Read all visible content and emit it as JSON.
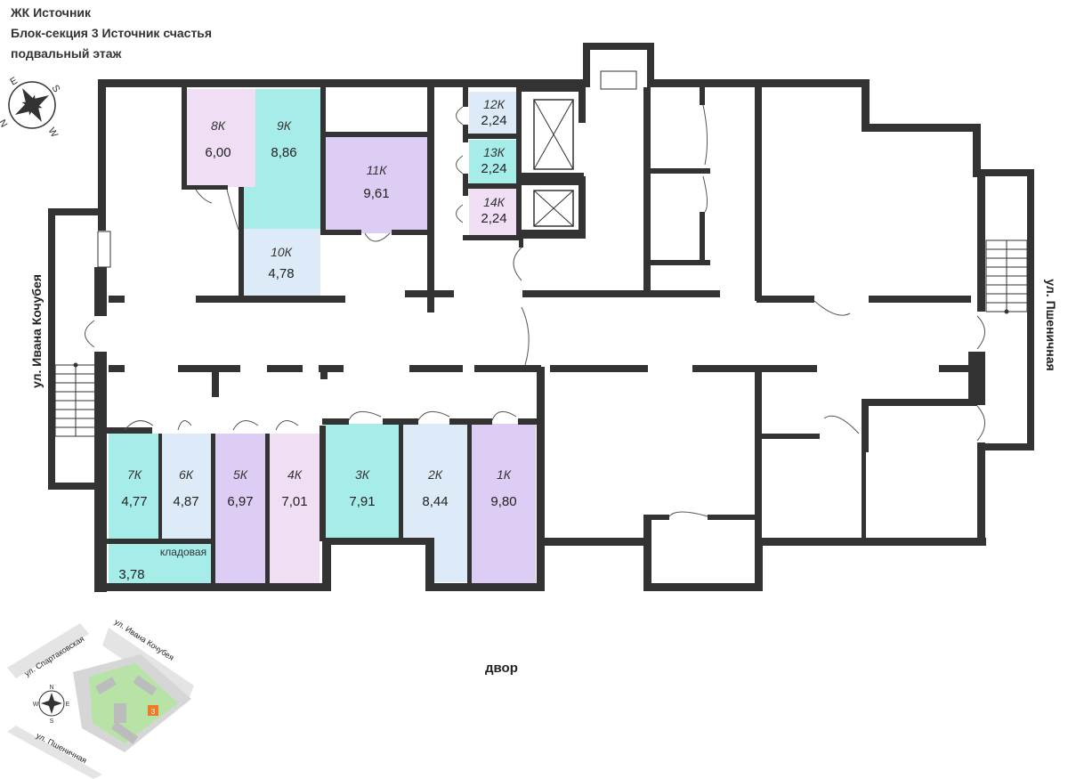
{
  "header": {
    "complex": "ЖК Источник",
    "section": "Блок-секция 3 Источник счастья",
    "floor": "подвальный этаж"
  },
  "streets": {
    "left": "ул. Ивана Кочубея",
    "right": "ул. Пшеничная"
  },
  "yard_label": "двор",
  "storage_label": "кладовая",
  "storage_area": "3,78",
  "rooms": [
    {
      "name": "1К",
      "area": "9,80"
    },
    {
      "name": "2К",
      "area": "8,44"
    },
    {
      "name": "3К",
      "area": "7,91"
    },
    {
      "name": "4К",
      "area": "7,01"
    },
    {
      "name": "5К",
      "area": "6,97"
    },
    {
      "name": "6К",
      "area": "4,87"
    },
    {
      "name": "7К",
      "area": "4,77"
    },
    {
      "name": "8К",
      "area": "6,00"
    },
    {
      "name": "9К",
      "area": "8,86"
    },
    {
      "name": "10К",
      "area": "4,78"
    },
    {
      "name": "11К",
      "area": "9,61"
    },
    {
      "name": "12К",
      "area": "2,24"
    },
    {
      "name": "13К",
      "area": "2,24"
    },
    {
      "name": "14К",
      "area": "2,24"
    }
  ],
  "compass": {
    "n": "N",
    "e": "E",
    "s": "S",
    "w": "W"
  },
  "minimap": {
    "street_top_left": "ул. Спартаковская",
    "street_top_right": "ул. Ивана Кочубея",
    "street_bottom": "ул. Пшеничная",
    "highlight_section": "3"
  },
  "colors": {
    "wall": "#333333",
    "pink": "#f0def5",
    "lavender": "#ddccf3",
    "mint": "#a6ece9",
    "light_blue": "#dcebf7",
    "highlight": "#f07a26"
  }
}
